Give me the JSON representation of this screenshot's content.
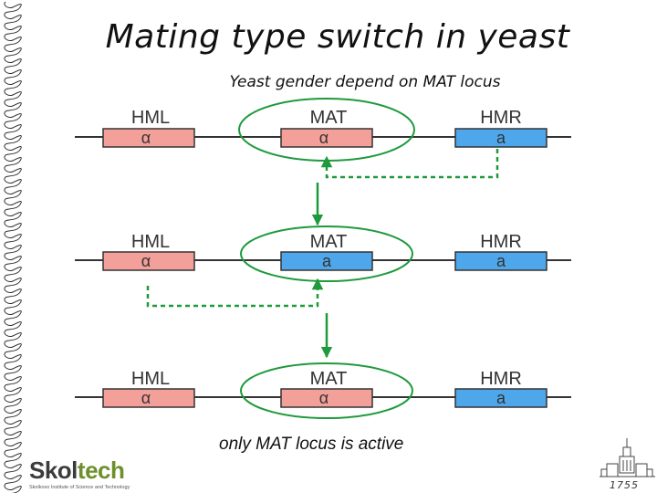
{
  "title": "Mating type switch in yeast",
  "subtitle": "Yeast gender depend on MAT locus",
  "rows": [
    {
      "loci": [
        {
          "name": "HML",
          "allele": "α",
          "color": "#f4a09a"
        },
        {
          "name": "MAT",
          "allele": "α",
          "color": "#f4a09a"
        },
        {
          "name": "HMR",
          "allele": "a",
          "color": "#4ea7ea"
        }
      ]
    },
    {
      "loci": [
        {
          "name": "HML",
          "allele": "α",
          "color": "#f4a09a"
        },
        {
          "name": "MAT",
          "allele": "a",
          "color": "#4ea7ea"
        },
        {
          "name": "HMR",
          "allele": "a",
          "color": "#4ea7ea"
        }
      ]
    },
    {
      "loci": [
        {
          "name": "HML",
          "allele": "α",
          "color": "#f4a09a"
        },
        {
          "name": "MAT",
          "allele": "α",
          "color": "#f4a09a"
        },
        {
          "name": "HMR",
          "allele": "a",
          "color": "#4ea7ea"
        }
      ]
    }
  ],
  "note": "only MAT locus is active",
  "logo": {
    "prefix": "Skol",
    "accent": "tech",
    "tagline": "Skolkovo Institute of Science and Technology"
  },
  "year": "1755",
  "colors": {
    "alpha": "#f4a09a",
    "a": "#4ea7ea",
    "arrow": "#1e9a3c",
    "line": "#333333",
    "text": "#333333"
  }
}
